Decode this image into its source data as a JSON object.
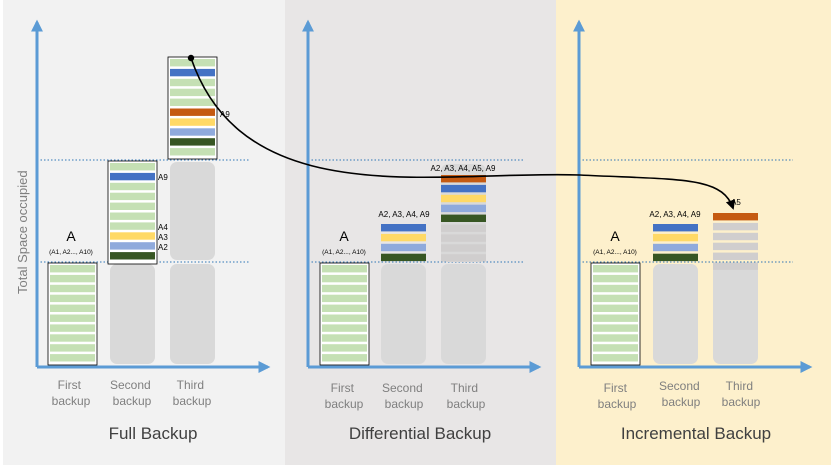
{
  "y_axis_label": "Total Space occupied",
  "panels": [
    {
      "id": "full",
      "title": "Full Backup",
      "background": "#f2f2f2",
      "first_backup": {
        "label": [
          "First",
          "backup"
        ],
        "top_text": "A",
        "sub_text": "(A1, A2..., A10)"
      },
      "second_backup": {
        "label": [
          "Second",
          "backup"
        ],
        "annotations": [
          "A9",
          "A4",
          "A3",
          "A2"
        ]
      },
      "third_backup": {
        "label": [
          "Third",
          "backup"
        ],
        "annotations": [
          "A9"
        ]
      }
    },
    {
      "id": "differential",
      "title": "Differential Backup",
      "background": "#e8e6e6",
      "first_backup": {
        "label": [
          "First",
          "backup"
        ],
        "top_text": "A",
        "sub_text": "(A1, A2..., A10)"
      },
      "second_backup": {
        "label": [
          "Second",
          "backup"
        ],
        "top_text": "A2, A3, A4, A9"
      },
      "third_backup": {
        "label": [
          "Third",
          "backup"
        ],
        "top_text": "A2, A3, A4, A5, A9"
      }
    },
    {
      "id": "incremental",
      "title": "Incremental Backup",
      "background": "#fdf0cc",
      "first_backup": {
        "label": [
          "First",
          "backup"
        ],
        "top_text": "A",
        "sub_text": "(A1, A2..., A10)"
      },
      "second_backup": {
        "label": [
          "Second",
          "backup"
        ],
        "top_text": "A2, A3, A4, A9"
      },
      "third_backup": {
        "label": [
          "Third",
          "backup"
        ],
        "top_text": "A5"
      }
    }
  ],
  "colors": {
    "light_green": "#c5e0b4",
    "blue": "#4472c4",
    "orange": "#c55a11",
    "yellow": "#ffd966",
    "light_blue": "#8faadc",
    "dark_green": "#375623",
    "light_gray": "#d0cece",
    "placeholder": "#d9d9d9",
    "axis": "#5b9bd5",
    "dotted": "#2e75b6"
  }
}
